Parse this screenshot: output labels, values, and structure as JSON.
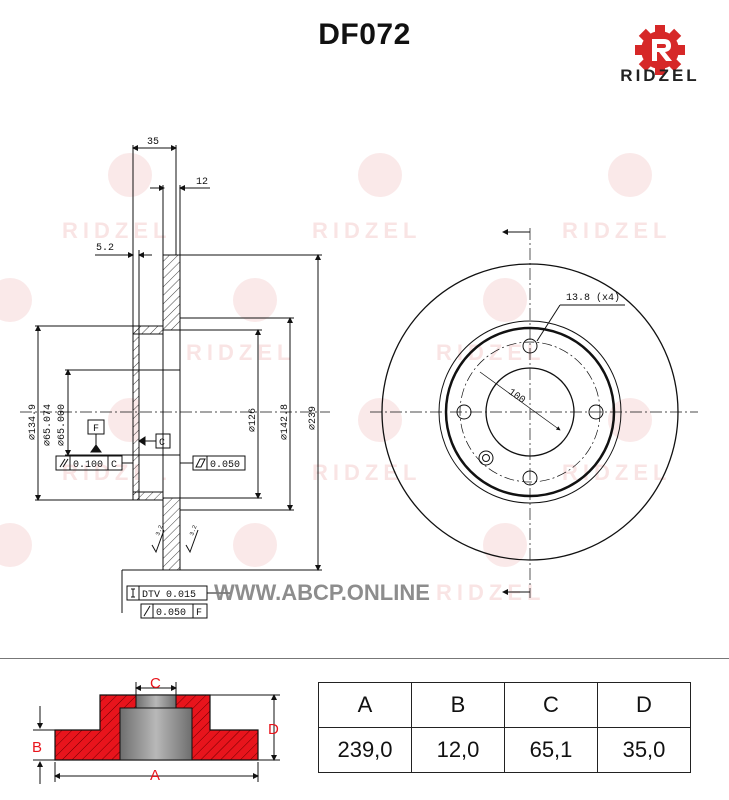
{
  "header": {
    "part_number": "DF072"
  },
  "brand": {
    "name": "RIDZEL",
    "color": "#d62828",
    "icon": "ridzel-gear-logo-icon",
    "watermark_text": "RIDZEL"
  },
  "watermark_site": "WWW.ABCP.ONLINE",
  "drawing": {
    "dims": {
      "d35": "35",
      "d12": "12",
      "d52": "5.2",
      "d1349": "⌀134.9",
      "d65074": "⌀65.074",
      "d65000": "⌀65.000",
      "d126": "⌀126",
      "d1428": "⌀142.8",
      "d239": "⌀239",
      "bolt_holes": "13.8 (x4)",
      "pcd": "100",
      "datum_f": "F",
      "datum_c": "C",
      "tol_parallel": "0.100",
      "tol_parallel_ref": "C",
      "tol_flat": "0.050",
      "dtv": "DTV 0.015",
      "runout": "0.050",
      "runout_ref": "F",
      "rough1": "3.2",
      "rough2": "3.2"
    }
  },
  "cross_section": {
    "labels": {
      "a": "A",
      "b": "B",
      "c": "C",
      "d": "D"
    },
    "fill_color": "#e8141c"
  },
  "spec_table": {
    "headers": [
      "A",
      "B",
      "C",
      "D"
    ],
    "values": [
      "239,0",
      "12,0",
      "65,1",
      "35,0"
    ]
  }
}
